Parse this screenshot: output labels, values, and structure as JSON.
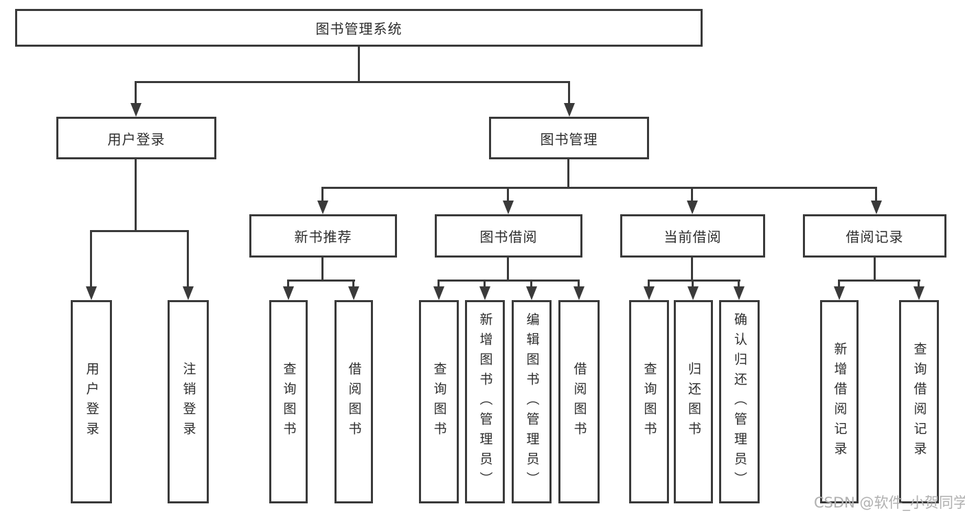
{
  "diagram": {
    "title": "图书管理系统",
    "children": [
      {
        "label": "用户登录",
        "children": [
          {
            "label": "用户登录"
          },
          {
            "label": "注销登录"
          }
        ]
      },
      {
        "label": "图书管理",
        "children": [
          {
            "label": "新书推荐",
            "children": [
              {
                "label": "查询图书"
              },
              {
                "label": "借阅图书"
              }
            ]
          },
          {
            "label": "图书借阅",
            "children": [
              {
                "label": "查询图书"
              },
              {
                "label": "新增图书（管理员）"
              },
              {
                "label": "编辑图书（管理员）"
              },
              {
                "label": "借阅图书"
              }
            ]
          },
          {
            "label": "当前借阅",
            "children": [
              {
                "label": "查询图书"
              },
              {
                "label": "归还图书"
              },
              {
                "label": "确认归还（管理员）"
              }
            ]
          },
          {
            "label": "借阅记录",
            "children": [
              {
                "label": "新增借阅记录"
              },
              {
                "label": "查询借阅记录"
              }
            ]
          }
        ]
      }
    ]
  },
  "watermark": {
    "text": "CSDN @软件_小贺同学"
  },
  "colors": {
    "line": "#3a3a3a",
    "text": "#2d2d2d",
    "watermark": "#b0b0b0",
    "background": "#ffffff"
  }
}
